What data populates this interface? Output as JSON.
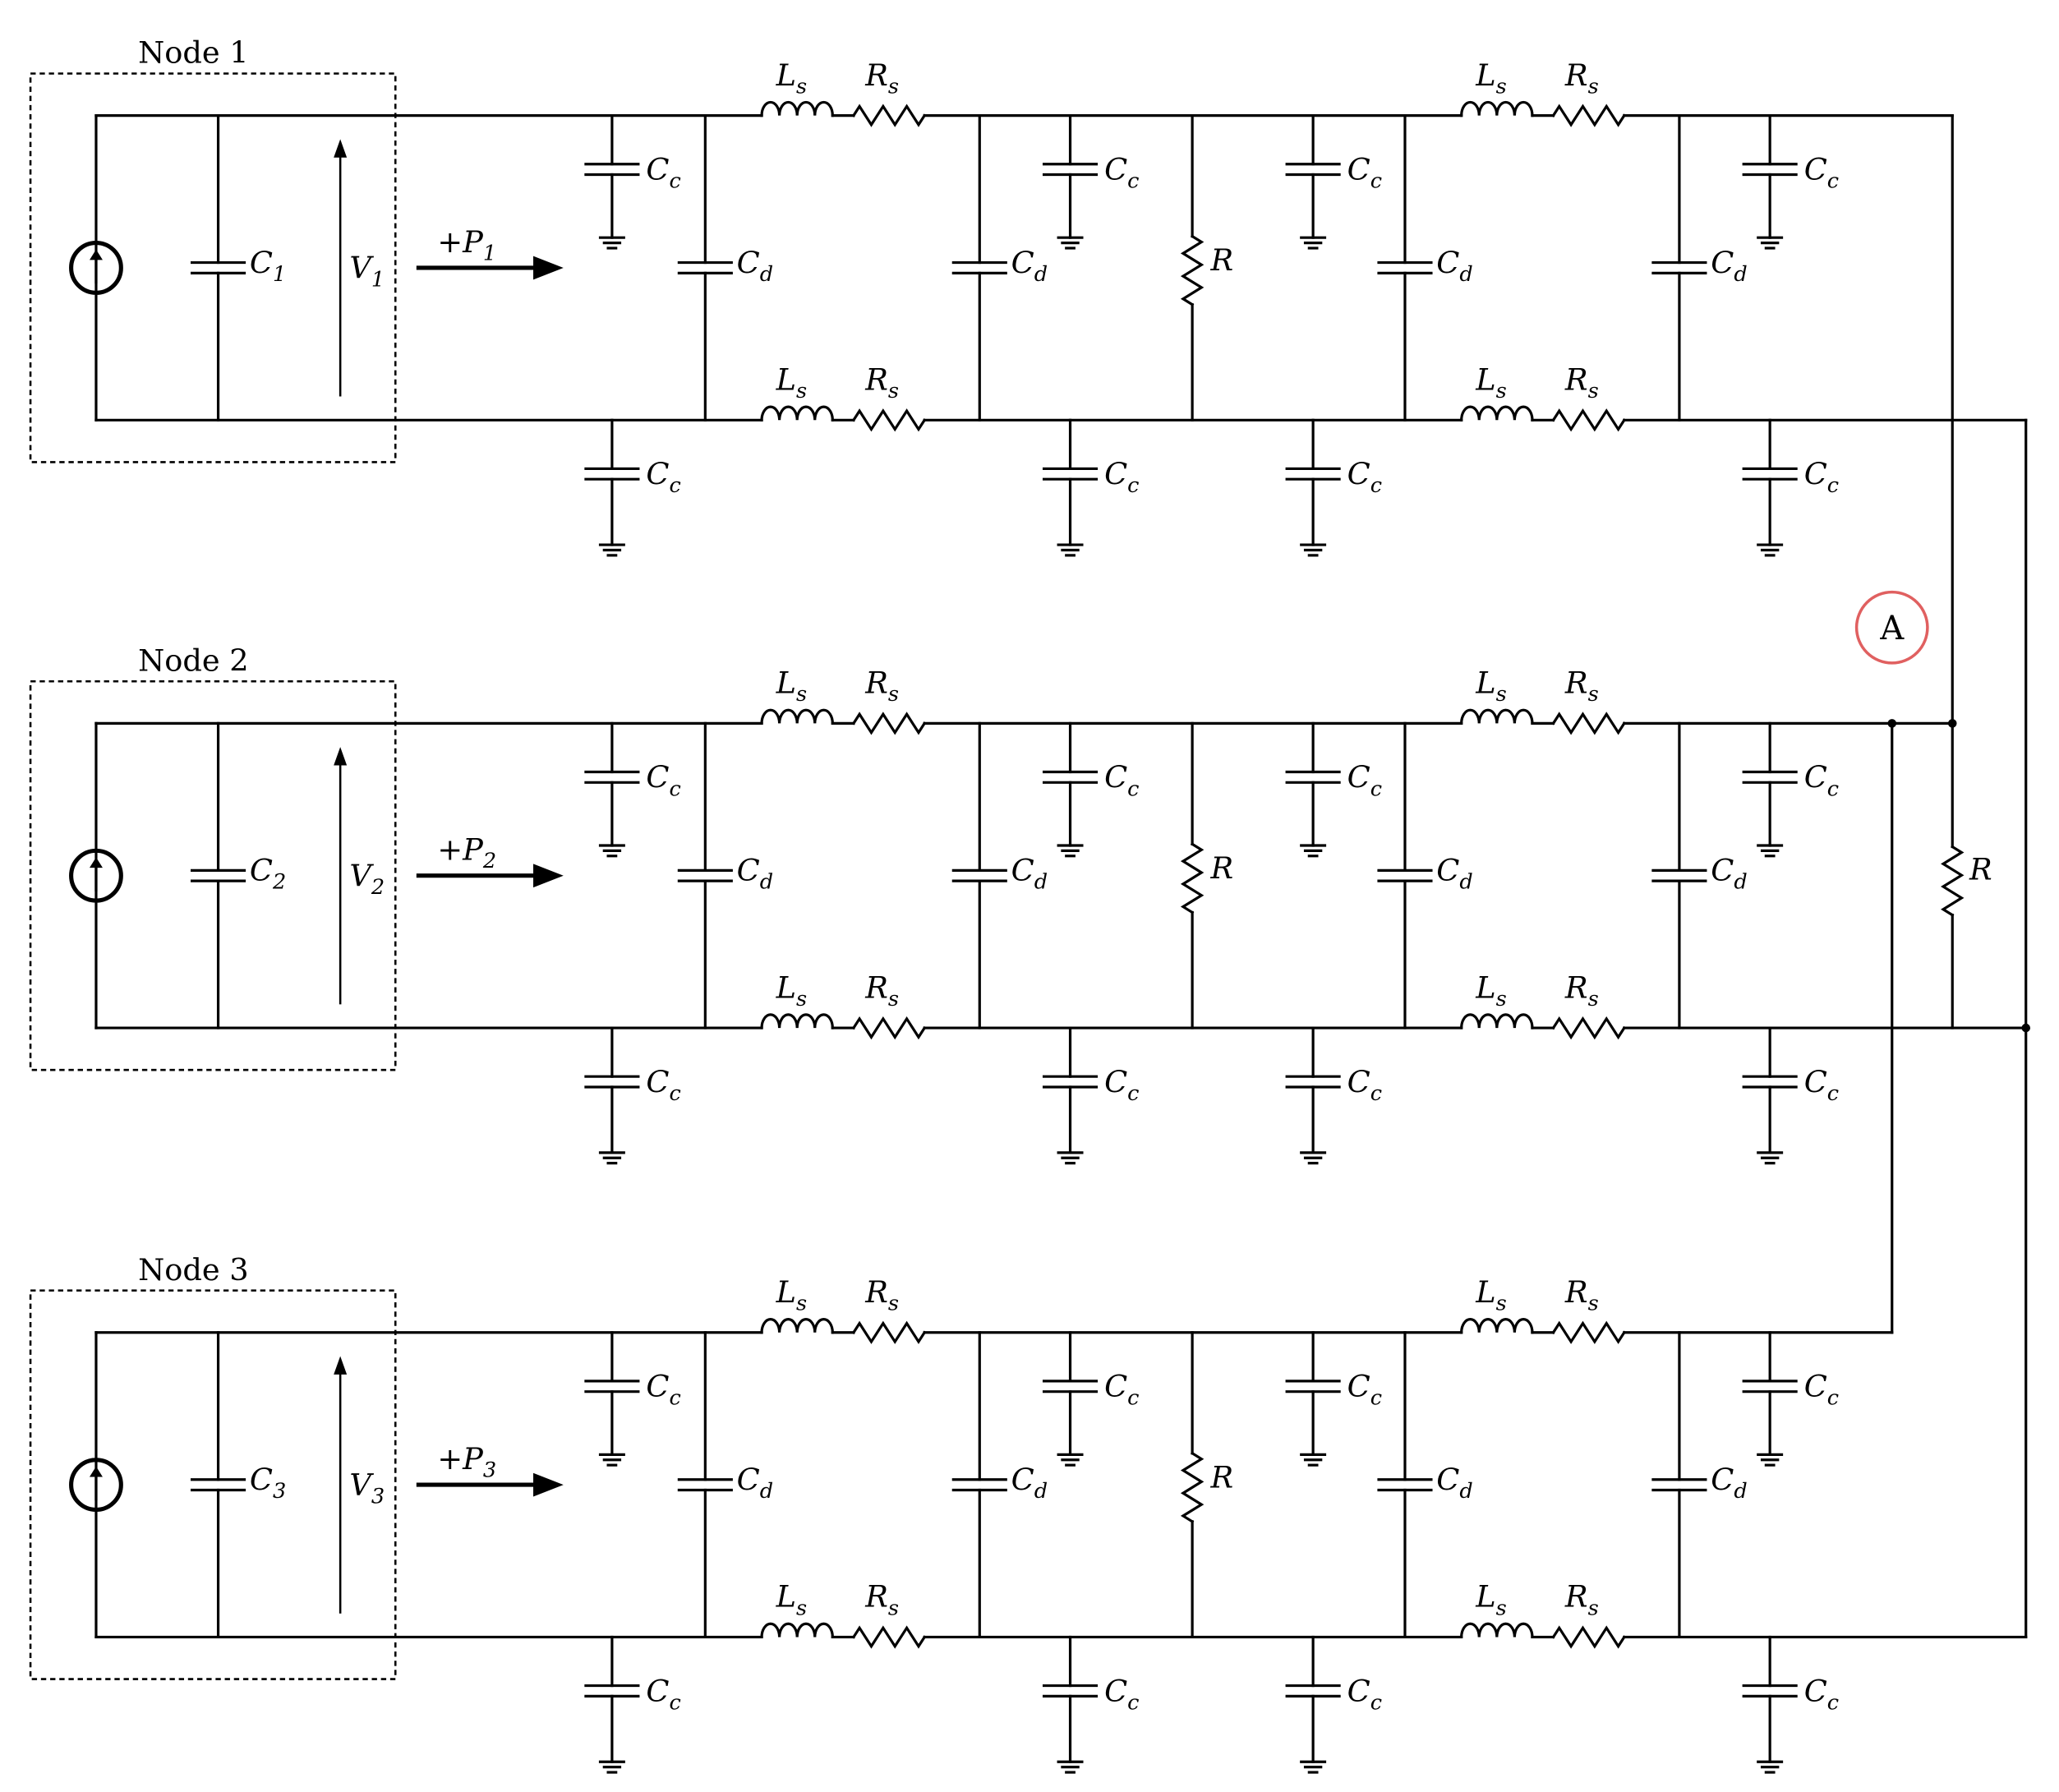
{
  "nodes": [
    {
      "title": "Node 1",
      "cap": {
        "base": "C",
        "sub": "1"
      },
      "volt": {
        "base": "V",
        "sub": "1"
      },
      "power": {
        "base": "+P",
        "sub": "1"
      }
    },
    {
      "title": "Node 2",
      "cap": {
        "base": "C",
        "sub": "2"
      },
      "volt": {
        "base": "V",
        "sub": "2"
      },
      "power": {
        "base": "+P",
        "sub": "2"
      }
    },
    {
      "title": "Node 3",
      "cap": {
        "base": "C",
        "sub": "3"
      },
      "volt": {
        "base": "V",
        "sub": "3"
      },
      "power": {
        "base": "+P",
        "sub": "3"
      }
    }
  ],
  "components": {
    "inductor": {
      "base": "L",
      "sub": "s"
    },
    "series_resistor": {
      "base": "R",
      "sub": "s"
    },
    "coupling_cap": {
      "base": "C",
      "sub": "c"
    },
    "dc_cap": {
      "base": "C",
      "sub": "d"
    },
    "resistor": {
      "base": "R",
      "sub": ""
    }
  },
  "marker": "A",
  "colors": {
    "wire": "#000000",
    "marker": "#e06060"
  }
}
